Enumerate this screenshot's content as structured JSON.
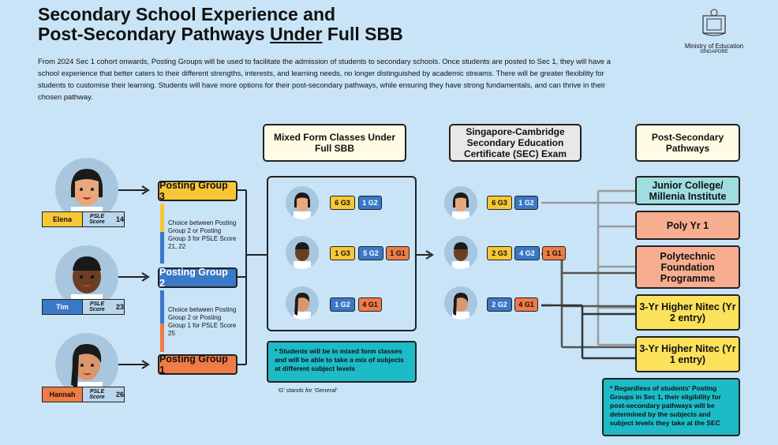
{
  "title": {
    "line1": "Secondary School Experience and",
    "line2_pre": "Post-Secondary Pathways ",
    "line2_under": "Under",
    "line2_post": " Full SBB"
  },
  "intro": "From 2024 Sec 1 cohort onwards, Posting Groups will be used to facilitate the admission of students to secondary schools. Once students are posted to Sec 1, they will have a school experience that better caters to their different strengths, interests, and learning needs, no longer distinguished by academic streams. There will be greater flexibility for students to customise their learning. Students will have more options for their post-secondary pathways, while ensuring they have strong fundamentals, and can thrive in their chosen pathway.",
  "logo": {
    "line1": "Ministry of Education",
    "line2": "SINGAPORE"
  },
  "headers": {
    "mixed": "Mixed Form Classes Under Full SBB",
    "sec": "Singapore-Cambridge Secondary Education Certificate (SEC) Exam",
    "post": "Post-Secondary Pathways"
  },
  "students": [
    {
      "name": "Elena",
      "score_label": "PSLE Score",
      "score": "14"
    },
    {
      "name": "Tim",
      "score_label": "PSLE Score",
      "score": "23"
    },
    {
      "name": "Hannah",
      "score_label": "PSLE Score",
      "score": "26"
    }
  ],
  "posting_groups": {
    "pg3": "Posting Group 3",
    "pg2": "Posting Group 2",
    "pg1": "Posting Group 1"
  },
  "choices": {
    "c1": "Choice between Posting Group 2 or Posting Group 3 for PSLE Score 21, 22",
    "c2": "Choice between Posting Group 2 or Posting Group 1 for PSLE Score 25"
  },
  "mixed_tags": [
    [
      "6 G3",
      "1 G2"
    ],
    [
      "1 G3",
      "5 G2",
      "1 G1"
    ],
    [
      "1 G2",
      "4 G1"
    ]
  ],
  "sec_tags": [
    [
      "6 G3",
      "1 G2"
    ],
    [
      "2 G3",
      "4 G2",
      "1 G1"
    ],
    [
      "2 G2",
      "4 G1"
    ]
  ],
  "notes": {
    "mixed": "Students will be in mixed form classes and will be able to take a mix of subjects at different subject levels",
    "g_stands": "'G' stands for 'General'",
    "post": "Regardless of students' Posting Groups in Sec 1, their eligibility for post-secondary pathways will be determined by the subjects and subject levels they take at the SEC"
  },
  "pathways": [
    "Junior College/ Millenia Institute",
    "Poly Yr 1",
    "Polytechnic Foundation Programme",
    "3-Yr Higher Nitec (Yr 2 entry)",
    "3-Yr Higher Nitec (Yr 1 entry)"
  ],
  "colors": {
    "bg": "#c9e4f7",
    "g3": "#f7c736",
    "g2": "#3a78c8",
    "g1": "#ef7b45",
    "note": "#1dbbc7",
    "jc": "#9fdde0",
    "poly": "#f6ad90",
    "nitec": "#fbe25a"
  }
}
